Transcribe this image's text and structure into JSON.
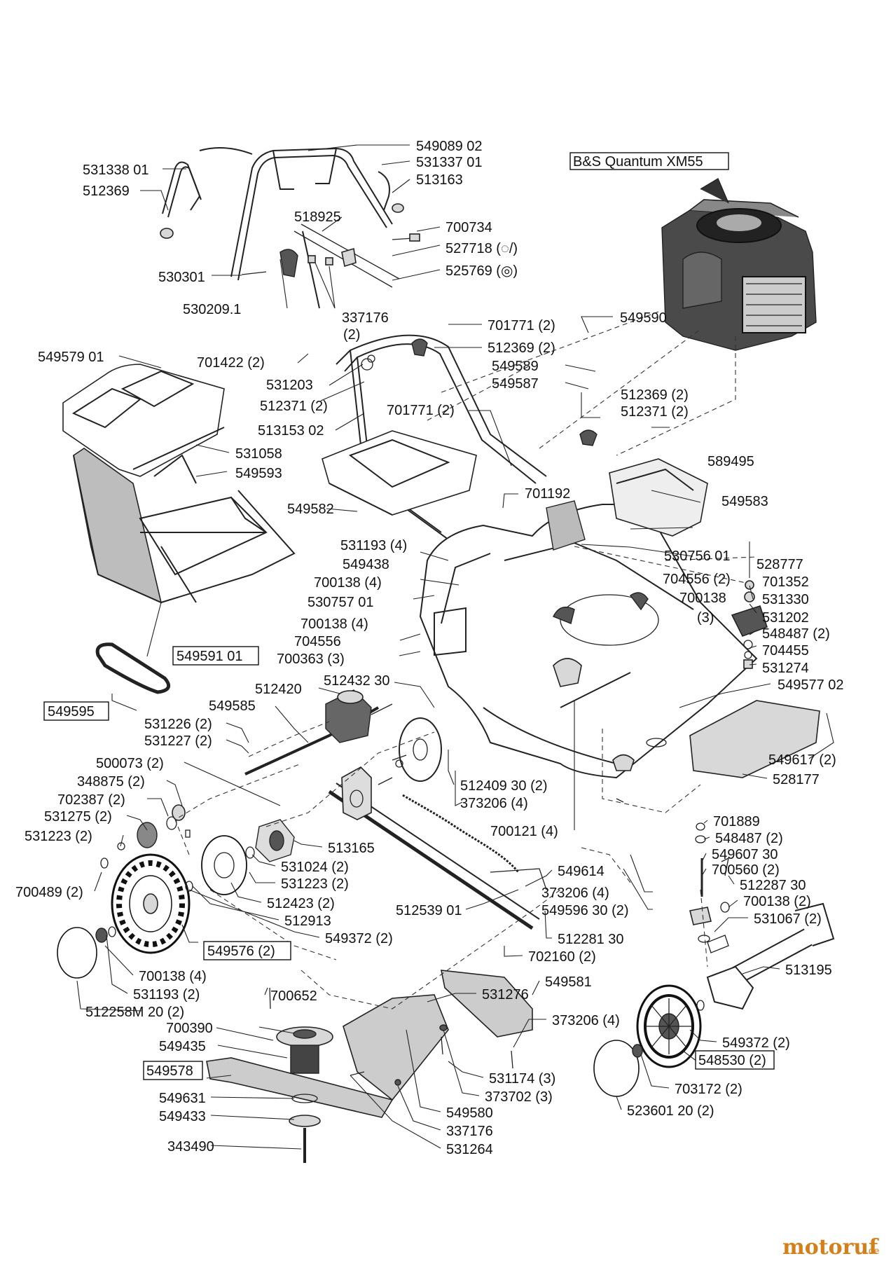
{
  "engine_label": "B&S Quantum XM55",
  "watermark": {
    "brand": "motoruf",
    "tld": ".de"
  },
  "labels": {
    "p549089_02": "549089 02",
    "p531338_01": "531338 01",
    "p531337_01": "531337 01",
    "p512369": "512369",
    "p513163": "513163",
    "p518925": "518925",
    "p700734": "700734",
    "p527718": "527718 (◌/)",
    "p530301": "530301",
    "p525769": "525769 (◎)",
    "p530209_1": "530209.1",
    "p337176_a": "337176",
    "p2_a": "(2)",
    "p549590": "549590",
    "p701771_2a": "701771 (2)",
    "p549579_01": "549579 01",
    "p701422_2": "701422 (2)",
    "p512369_2a": "512369 (2)",
    "p549589": "549589",
    "p531203": "531203",
    "p549587": "549587",
    "p512371_2a": "512371 (2)",
    "p701771_2b": "701771 (2)",
    "p512369_2b": "512369 (2)",
    "p513153_02": "513153 02",
    "p512371_2b": "512371 (2)",
    "p531058": "531058",
    "p589495": "589495",
    "p549593": "549593",
    "p549583": "549583",
    "p701192": "701192",
    "p549582": "549582",
    "p531193_4a": "531193 (4)",
    "p530756_01": "530756 01",
    "p528777": "528777",
    "p549438": "549438",
    "p704556_2": "704556 (2)",
    "p701352": "701352",
    "p700138_4a": "700138 (4)",
    "p700138": "700138",
    "p531330": "531330",
    "p530757_01": "530757 01",
    "p3_a": "(3)",
    "p531202": "531202",
    "p700138_4b": "700138 (4)",
    "p548487_2a": "548487 (2)",
    "p704556": "704556",
    "p704455": "704455",
    "p700363_3": "700363 (3)",
    "p531274": "531274",
    "p549591_01": "549591 01",
    "p549577_02": "549577 02",
    "p512420": "512420",
    "p512432_30": "512432 30",
    "p549595": "549595",
    "p549585": "549585",
    "p531226_2": "531226 (2)",
    "p531227_2": "531227 (2)",
    "p549617_2": "549617 (2)",
    "p500073_2": "500073 (2)",
    "p528177": "528177",
    "p512409_30_2": "512409 30 (2)",
    "p348875_2": "348875 (2)",
    "p373206_4a": "373206 (4)",
    "p702387_2": "702387 (2)",
    "p701889": "701889",
    "p531275_2": "531275 (2)",
    "p700121_4": "700121 (4)",
    "p548487_2b": "548487 (2)",
    "p531223_2a": "531223 (2)",
    "p549607_30": "549607 30",
    "p513165": "513165",
    "p700560_2": "700560 (2)",
    "p531024_2": "531024 (2)",
    "p512287_30": "512287 30",
    "p700489_2": "700489 (2)",
    "p531223_2b": "531223 (2)",
    "p549614": "549614",
    "p700138_2": "700138 (2)",
    "p373206_4b": "373206 (4)",
    "p531067_2": "531067 (2)",
    "p512423_2": "512423 (2)",
    "p512539_01": "512539 01",
    "p549596_30_2": "549596 30 (2)",
    "p512913": "512913",
    "p549372_2a": "549372 (2)",
    "p512281_30": "512281 30",
    "p549576_2": "549576 (2)",
    "p702160_2": "702160 (2)",
    "p700138_4c": "700138 (4)",
    "p513195": "513195",
    "p531193_2": "531193 (2)",
    "p700652": "700652",
    "p549581": "549581",
    "p512258M_20_2": "512258M 20 (2)",
    "p531276": "531276",
    "p700390": "700390",
    "p373206_4c": "373206 (4)",
    "p549372_2b": "549372 (2)",
    "p549435": "549435",
    "p548530_2": "548530 (2)",
    "p549578": "549578",
    "p531174_3": "531174 (3)",
    "p549631": "549631",
    "p373702_3": "373702 (3)",
    "p703172_2": "703172 (2)",
    "p549433": "549433",
    "p549580": "549580",
    "p523601_20_2": "523601 20 (2)",
    "p343490": "343490",
    "p337176_b": "337176",
    "p531264": "531264"
  }
}
